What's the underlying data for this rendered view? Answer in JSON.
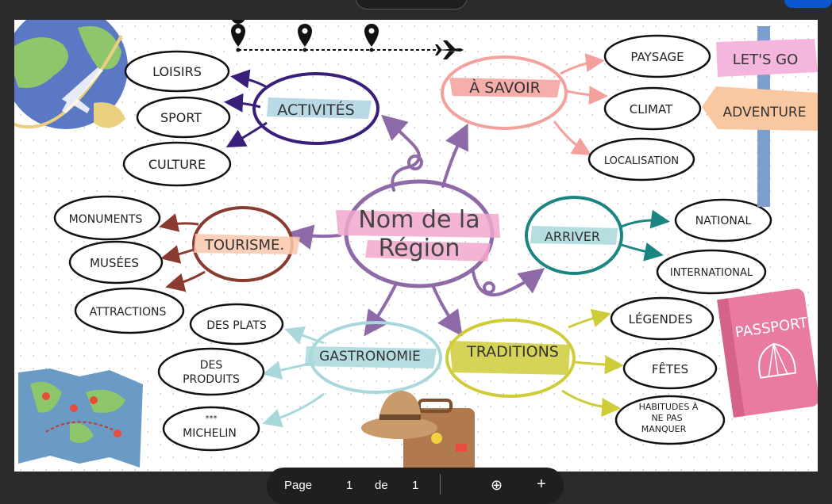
{
  "center": {
    "title_line1": "Nom de la",
    "title_line2": "Région"
  },
  "branches": {
    "activites": {
      "label": "ACTIVITÉS",
      "items": [
        "LOISIRS",
        "SPORT",
        "CULTURE"
      ]
    },
    "tourisme": {
      "label": "TOURISME.",
      "items": [
        "MONUMENTS",
        "MUSÉES",
        "ATTRACTIONS"
      ]
    },
    "gastronomie": {
      "label": "GASTRONOMIE",
      "items": [
        "DES PLATS",
        "DES",
        "PRODUITS",
        "***",
        "MICHELIN"
      ]
    },
    "traditions": {
      "label": "TRADITIONS",
      "items": [
        "LÉGENDES",
        "FÊTES",
        "HABITUDES À",
        "NE PAS",
        "MANQUER"
      ]
    },
    "a_savoir": {
      "label": "À SAVOIR",
      "items": [
        "PAYSAGE",
        "CLIMAT",
        "LOCALISATION"
      ]
    },
    "arriver": {
      "label": "ARRIVER",
      "items": [
        "NATIONAL",
        "INTERNATIONAL"
      ]
    }
  },
  "signpost": {
    "top": "LET'S GO",
    "bottom": "ADVENTURE"
  },
  "passport": {
    "label": "PASSPORT"
  },
  "pager": {
    "page_label": "Page",
    "current": "1",
    "of_label": "de",
    "total": "1"
  },
  "icons": [
    "globe-airplane-icon",
    "map-pin-icon",
    "airplane-icon",
    "world-map-icon",
    "hat-suitcase-icon",
    "zoom-in-icon",
    "plus-icon"
  ],
  "colors": {
    "activites": "#3a1f7a",
    "tourisme": "#8a3b2f",
    "gastronomie": "#a9d8dc",
    "traditions": "#cfcc3a",
    "a_savoir": "#f4a09c",
    "arriver": "#1a8582",
    "center": "#8e6aa9"
  }
}
